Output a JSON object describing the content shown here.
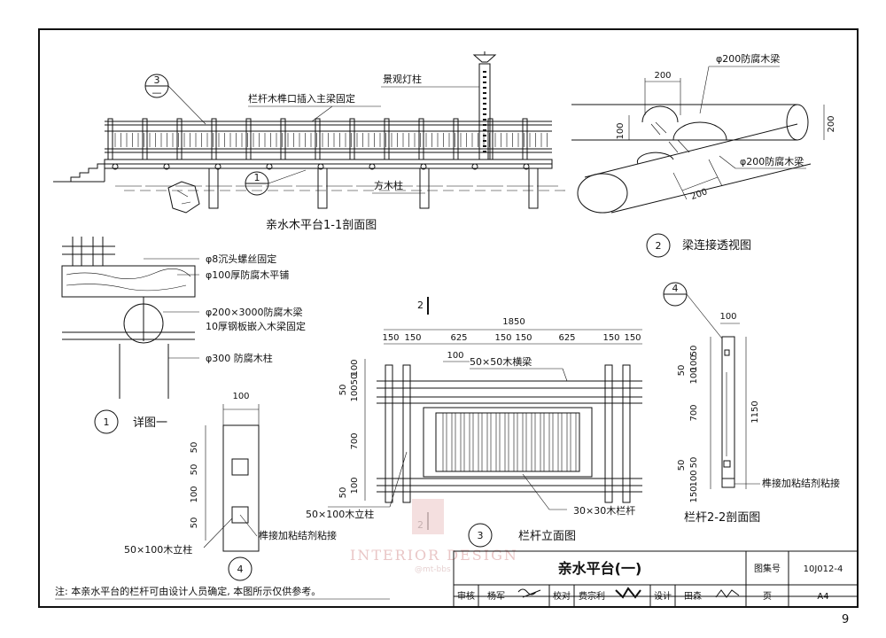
{
  "sheet_title": "亲水平台(一)",
  "section_title": "亲水木平台1-1剖面图",
  "labels": {
    "lamp": "景观灯柱",
    "mortise": "栏杆木榫口插入主梁固定",
    "square_post": "方木柱",
    "circle3_top": "3",
    "circle1_top": "1",
    "beam_top": "φ200防腐木梁",
    "beam_bottom": "φ200防腐木梁",
    "beam_view_num": "2",
    "beam_view_title": "梁连接透视图",
    "d1": "φ8沉头螺丝固定",
    "d2": "φ100厚防腐木平铺",
    "d3": "φ200×3000防腐木梁",
    "d4": "10厚钢板嵌入木梁固定",
    "d5": "φ300 防腐木柱",
    "detail_num": "1",
    "detail_title": "详图一",
    "post_label": "50×100木立柱",
    "glue_label": "榫接加粘结剂粘接",
    "detail4_num": "4",
    "elev_beam": "50×50木横梁",
    "elev_post": "50×100木立柱",
    "elev_bar": "30×30木栏杆",
    "elev_num": "3",
    "elev_title": "栏杆立面图",
    "sec_num": "4",
    "sec_title": "栏杆2-2剖面图",
    "sec_glue": "榫接加粘结剂粘接",
    "cut_mark": "2",
    "note": "注: 本亲水平台的栏杆可由设计人员确定, 本图所示仅供参考。"
  },
  "dims": {
    "beam_200a": "200",
    "beam_200b": "200",
    "beam_100": "100",
    "beam_200c": "200",
    "post_w": "100",
    "p50a": "50",
    "p50b": "50",
    "p100": "100",
    "p50c": "50",
    "total": "1850",
    "s150a": "150",
    "s150b": "150",
    "s625a": "625",
    "s150c": "150",
    "s150d": "150",
    "s625b": "625",
    "s150e": "150",
    "s150f": "150",
    "s100": "100",
    "v100a": "100",
    "v50a": "50",
    "v50b": "50",
    "v100b": "100",
    "v700": "700",
    "v100c": "100",
    "v50c": "50",
    "sec_w": "100",
    "sec_v50a": "50",
    "sec_v50b": "50",
    "sec_v100a": "100",
    "sec_v100b": "100",
    "sec_v700": "700",
    "sec_v50c": "50",
    "sec_v50d": "50",
    "sec_v150": "150",
    "sec_v100c": "100",
    "sec_1150": "1150"
  },
  "title_block": {
    "atlas_label": "图集号",
    "atlas_no": "10J012-4",
    "review_label": "审核",
    "review_name": "杨军",
    "check_label": "校对",
    "check_name": "费宗利",
    "design_label": "设计",
    "design_name": "田森",
    "page_label": "页",
    "page_value": "A4"
  },
  "page_number": "9",
  "watermark": {
    "text": "INTERIOR DESIGN",
    "sub": "@mt-bbs"
  }
}
